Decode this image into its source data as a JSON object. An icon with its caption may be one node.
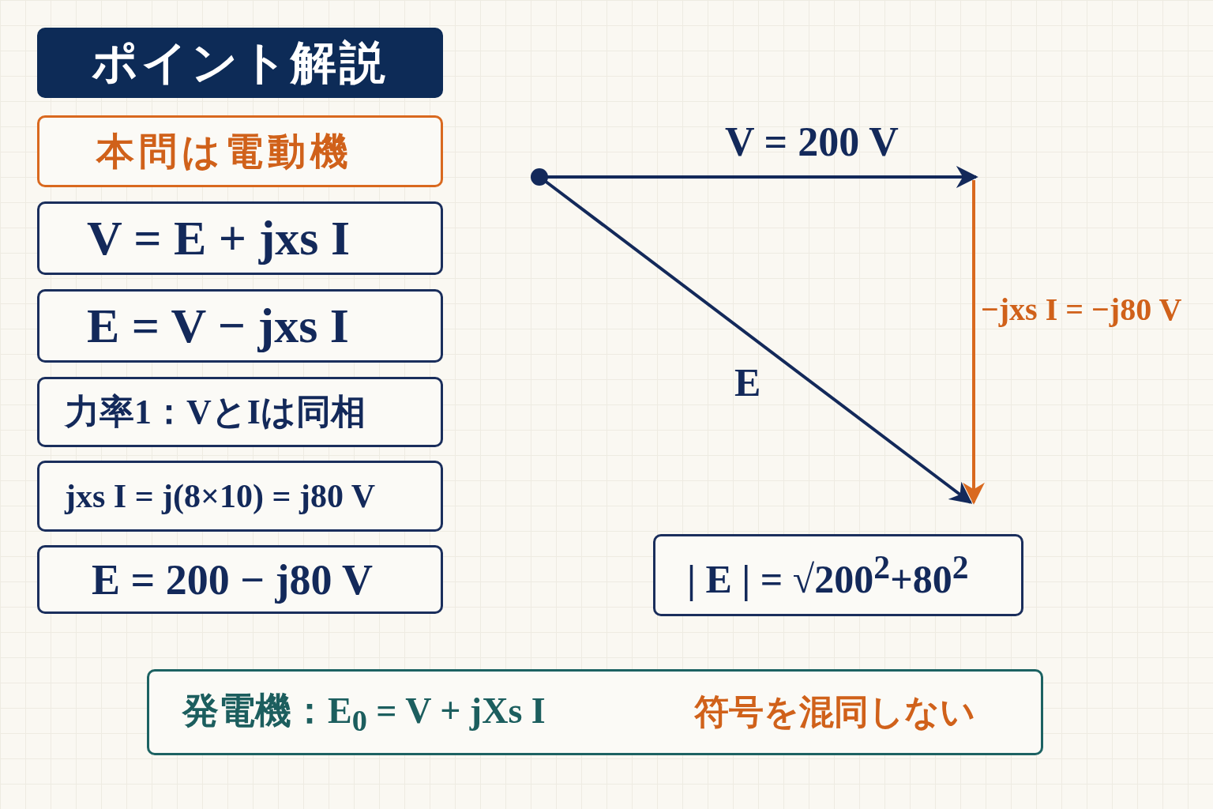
{
  "diagram": {
    "nodes": [
      {
        "text": [
          "ポイント解説"
        ]
      },
      {
        "text": [
          "本問は電動機"
        ]
      },
      {
        "text": [
          "V = E + jxs I"
        ]
      },
      {
        "text": [
          "E = V − jxs I"
        ]
      },
      {
        "text": [
          "力率1：VとIは同相"
        ]
      },
      {
        "text": [
          "jxs I = j(8×10) = j80 V"
        ]
      },
      {
        "text": [
          "E = 200 − j80 V"
        ]
      },
      {
        "text": [
          "| E | = √200$^{2}$+80$^{2}$"
        ]
      },
      {
        "text": [
          "発電機：E$_{0}$ = V + jXs I",
          "符号を混同しない"
        ]
      }
    ],
    "edges": [],
    "labels": [
      "V = 200 V",
      "−jxs I = −j80 V",
      "E"
    ]
  }
}
